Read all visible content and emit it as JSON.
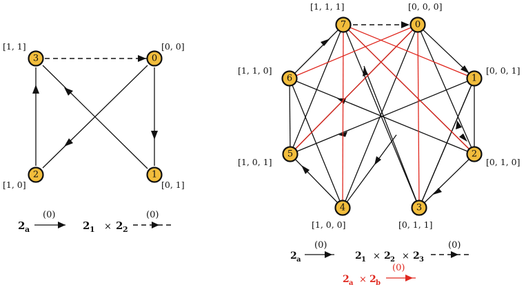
{
  "left_graph": {
    "nodes": [
      {
        "id": "3",
        "label": "3",
        "coord": "[1, 1]"
      },
      {
        "id": "0",
        "label": "0",
        "coord": "[0, 0]"
      },
      {
        "id": "2",
        "label": "2",
        "coord": "[1, 0]"
      },
      {
        "id": "1",
        "label": "1",
        "coord": "[0, 1]"
      }
    ],
    "legend": {
      "solid_label": "2",
      "solid_sub": "a",
      "solid_top": "(0)",
      "dashed_label_1": "2",
      "dashed_sub_1": "1",
      "times": "×",
      "dashed_label_2": "2",
      "dashed_sub_2": "2",
      "dashed_top": "(0)"
    }
  },
  "right_graph": {
    "nodes": [
      {
        "id": "7",
        "label": "7",
        "coord": "[1, 1, 1]"
      },
      {
        "id": "0",
        "label": "0",
        "coord": "[0, 0, 0]"
      },
      {
        "id": "6",
        "label": "6",
        "coord": "[1, 1, 0]"
      },
      {
        "id": "1",
        "label": "1",
        "coord": "[0, 0, 1]"
      },
      {
        "id": "5",
        "label": "5",
        "coord": "[1, 0, 1]"
      },
      {
        "id": "2",
        "label": "2",
        "coord": "[0, 1, 0]"
      },
      {
        "id": "4",
        "label": "4",
        "coord": "[1, 0, 0]"
      },
      {
        "id": "3",
        "label": "3",
        "coord": "[0, 1, 1]"
      }
    ],
    "legend": {
      "solid_label": "2",
      "solid_sub": "a",
      "solid_top": "(0)",
      "dashed_label_1": "2",
      "dashed_sub_1": "1",
      "times": "×",
      "dashed_label_2": "2",
      "dashed_sub_2": "2",
      "dashed_label_3": "2",
      "dashed_sub_3": "3",
      "dashed_top": "(0)",
      "red_label_1": "2",
      "red_sub_1": "a",
      "red_label_2": "2",
      "red_sub_2": "b",
      "red_top": "(0)"
    }
  },
  "colors": {
    "node_fill": "#f2bd3c",
    "edge": "#111111",
    "red_edge": "#e0281f"
  }
}
